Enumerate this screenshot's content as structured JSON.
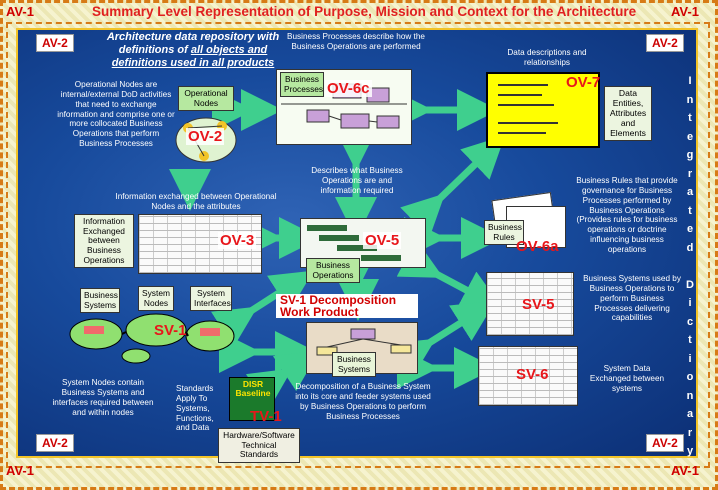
{
  "title": "Summary Level Representation of Purpose, Mission and Context for the Architecture",
  "corners": {
    "av1": "AV-1",
    "av2": "AV-2"
  },
  "repository": {
    "line1": "Architecture data repository with",
    "line2_pre": "definitions of ",
    "line2_link": "all objects and",
    "line3": "definitions used in all products"
  },
  "integrated_dictionary": "Integrated Dictionary",
  "ov2": {
    "tag": "OV-2",
    "label": "Operational Nodes",
    "desc": "Operational Nodes are internal/external DoD activities that need to exchange information and comprise one or more collocated Business Operations that perform Business Processes"
  },
  "ov6c": {
    "tag": "OV-6c",
    "label": "Business Processes",
    "desc": "Business Processes describe how the Business Operations are performed"
  },
  "ov7": {
    "tag": "OV-7",
    "label": "Data Entities, Attributes and Elements",
    "desc": "Data descriptions and relationships"
  },
  "ov3": {
    "tag": "OV-3",
    "label": "Information Exchanged between Business Operations",
    "desc": "Information exchanged between Operational Nodes and the attributes"
  },
  "ov5": {
    "tag": "OV-5",
    "label": "Business Operations",
    "desc": "Describes what Business Operations are and information required"
  },
  "ov6a": {
    "tag": "OV-6a",
    "label": "Business Rules",
    "desc": "Business Rules that provide governance for Business Processes performed by Business Operations (Provides rules for business operations or doctrine influencing business operations"
  },
  "sv1": {
    "tag": "SV-1",
    "labels": [
      "Business Systems",
      "System Nodes",
      "System Interfaces"
    ],
    "desc": "System Nodes contain Business Systems and interfaces required between and within nodes"
  },
  "sv1_decomp": {
    "title": "SV-1 Decomposition Work Product",
    "label": "Business Systems",
    "desc": "Decomposition of a Business System into its core and feeder systems used by Business Operations to perform Business Processes"
  },
  "sv5": {
    "tag": "SV-5",
    "desc": "Business Systems used by Business Operations to perform Business Processes delivering capabilities"
  },
  "sv6": {
    "tag": "SV-6",
    "desc": "System Data Exchanged between systems"
  },
  "tv1": {
    "tag": "TV-1",
    "logo": "DISR Baseline",
    "label": "Hardware/Software Technical Standards",
    "desc": "Standards Apply To Systems, Functions, and Data"
  },
  "colors": {
    "background": "#174a9c",
    "accent_red": "#e8161b",
    "av_red": "#d00000",
    "border_orange": "#d77b16",
    "arrow_green": "#3fcf8e",
    "ov7_yellow": "#ffff00"
  }
}
